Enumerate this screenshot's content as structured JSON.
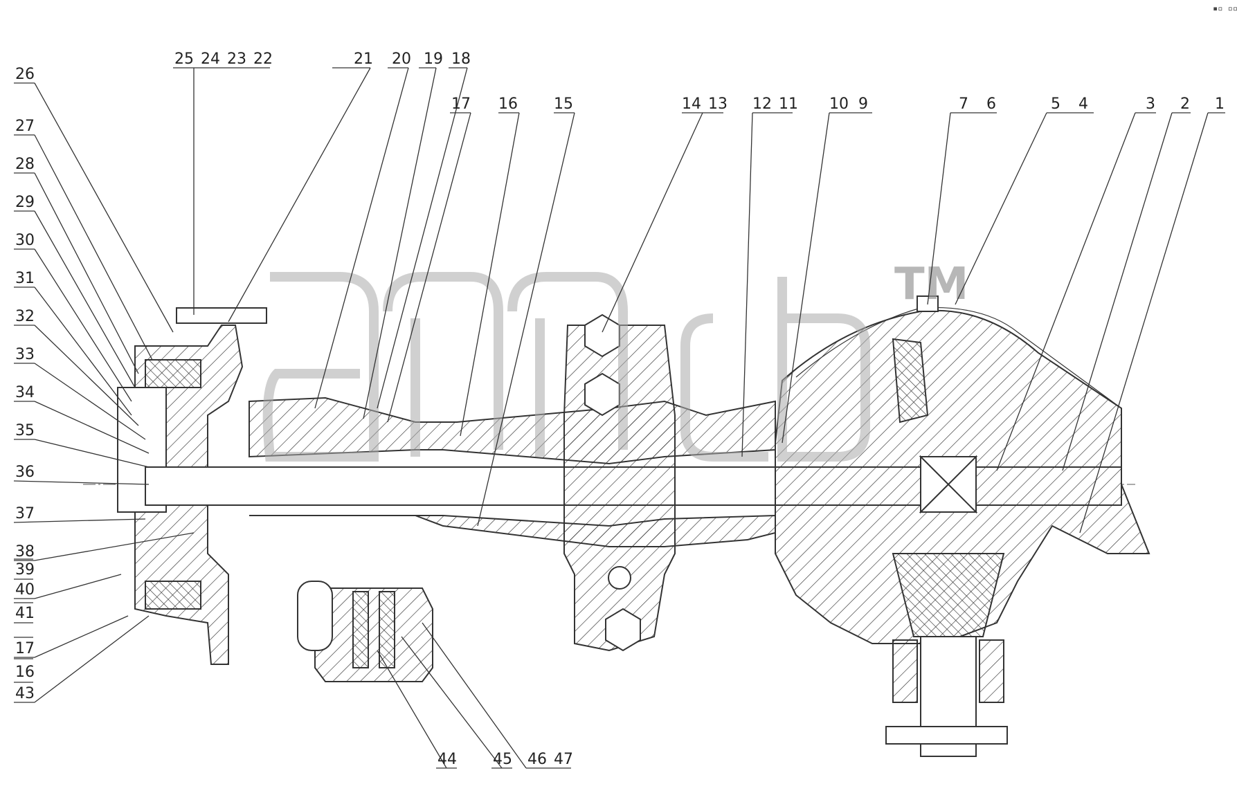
{
  "labels": {
    "l1": "1",
    "l2": "2",
    "l3": "3",
    "l4": "4",
    "l5": "5",
    "l6": "6",
    "l7": "7",
    "l9": "9",
    "l10": "10",
    "l11": "11",
    "l12": "12",
    "l13": "13",
    "l14": "14",
    "l15": "15",
    "l16": "16",
    "l17": "17",
    "l18": "18",
    "l19": "19",
    "l20": "20",
    "l21": "21",
    "l22": "22",
    "l23": "23",
    "l24": "24",
    "l25": "25",
    "l26": "26",
    "l27": "27",
    "l28": "28",
    "l29": "29",
    "l30": "30",
    "l31": "31",
    "l32": "32",
    "l33": "33",
    "l34": "34",
    "l35": "35",
    "l36": "36",
    "l37": "37",
    "l38": "38",
    "l39": "39",
    "l40": "40",
    "l41": "41",
    "l17b": "17",
    "l16b": "16",
    "l43": "43",
    "l44": "44",
    "l45": "45",
    "l46": "46",
    "l47": "47"
  },
  "watermark": {
    "trademark": "TM"
  },
  "corner_mark": "▪▫ ▫▫▫"
}
